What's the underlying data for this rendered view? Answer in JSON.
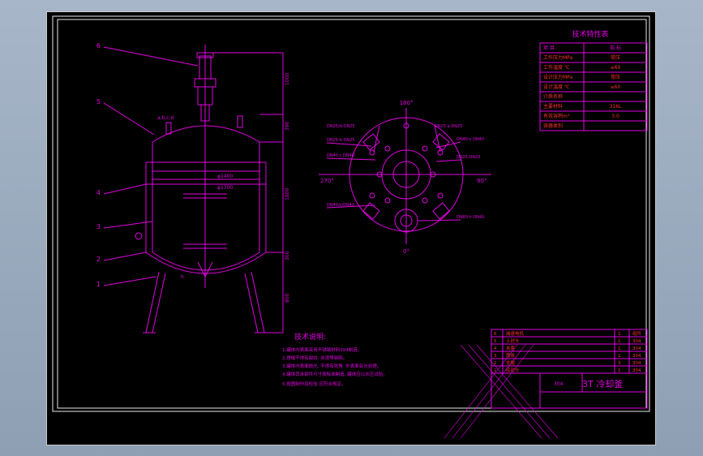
{
  "colors": {
    "background_outer": "#98a8bc",
    "canvas": "#000000",
    "drawing": "#e000e0",
    "frame": "#e8e8e8",
    "table_text": "#ff3030"
  },
  "leaders": [
    "6",
    "5",
    "4",
    "3",
    "2",
    "1"
  ],
  "nozzle_label": "a,b,c,d",
  "bottom_leader": "h",
  "dimensions": {
    "height_segments": [
      "1000",
      "390",
      "1800",
      "300",
      "800"
    ],
    "dia_outer": "φ1400",
    "dia_inner": "φ1700"
  },
  "plan": {
    "angle_top": "180°",
    "angle_left": "270°",
    "angle_right": "90°",
    "angle_bottom": "0°",
    "callouts": [
      "DN25/d-DN25",
      "DN25 a-DN25",
      "DN25-b DN25",
      "DN40-c DN40",
      "DN40 c DN40",
      "DN25 DN25",
      "DN40/c/DN40",
      "DN80 h DN40"
    ]
  },
  "spec_table": {
    "title": "技术特性表",
    "header": [
      "项 目",
      "指 标"
    ],
    "rows": [
      [
        "工作压力MPa",
        "常压"
      ],
      [
        "工作温度 ℃",
        "≤60"
      ],
      [
        "设计压力MPa",
        "常压"
      ],
      [
        "设计温度 ℃",
        "≤60"
      ],
      [
        "介质名称",
        ""
      ],
      [
        "主要材料",
        "316L"
      ],
      [
        "有效容积m³",
        "3.0"
      ],
      [
        "容器类别",
        ""
      ]
    ]
  },
  "notes": {
    "title": "技术说明:",
    "lines": [
      "1.罐体内表面采用不锈钢材料304制造。",
      "2.焊缝不得有裂纹, 夹渣等缺陷。",
      "3.罐体内表面抛光, 不得有死角. 外表面亚光处理。",
      "4.罐体其余部件尺寸按标准制造, 罐体应以水压试验。",
      "5.按图制作及检验 应符合规定。"
    ]
  },
  "title_block": {
    "drawing_name": "3T 冷却釜",
    "material": "304",
    "parts": [
      [
        "6",
        "减速电机",
        "1",
        "组件"
      ],
      [
        "5",
        "上封头",
        "1",
        "304"
      ],
      [
        "4",
        "夹套",
        "1",
        "304"
      ],
      [
        "3",
        "筒体",
        "1",
        "304"
      ],
      [
        "2",
        "支腿",
        "3",
        "304"
      ],
      [
        "1",
        "底封头",
        "1",
        "304"
      ]
    ]
  }
}
